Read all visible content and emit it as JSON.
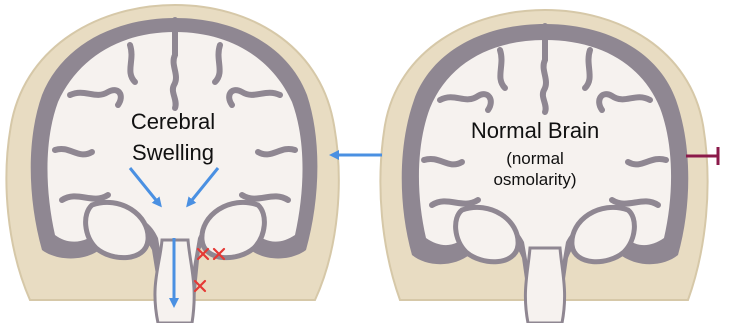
{
  "left_panel": {
    "label_line1": "Cerebral",
    "label_line2": "Swelling"
  },
  "right_panel": {
    "title": "Normal Brain",
    "subtitle_line1": "(normal",
    "subtitle_line2": "osmolarity)"
  },
  "colors": {
    "skull": "#e8dcc2",
    "skull_edge": "#d6c8a8",
    "cortex_gray": "#8f8792",
    "white_matter": "#f6f2ef",
    "arrow_blue": "#4a90e2",
    "compression_mark": "#e53935",
    "inhibit_marker": "#8b1a4a"
  }
}
